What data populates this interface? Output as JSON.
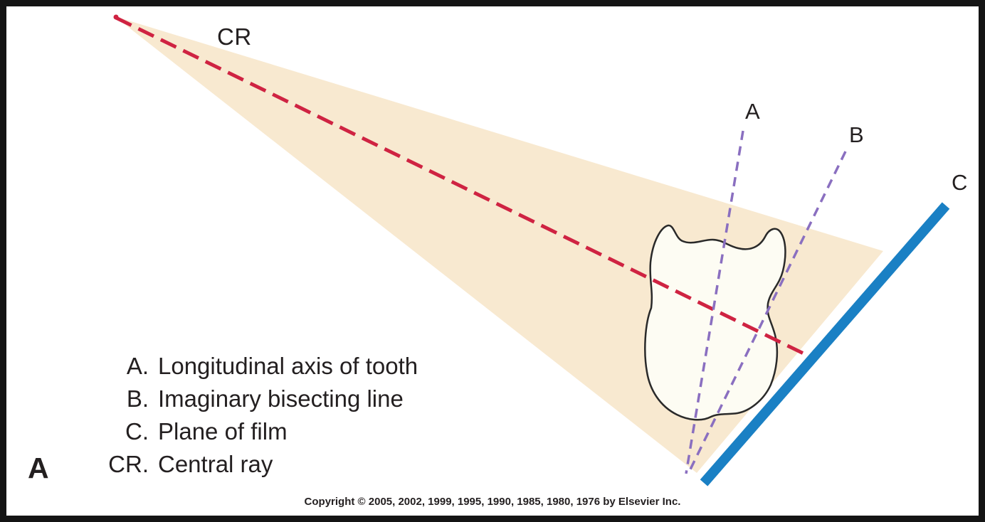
{
  "figure": {
    "panel_label": "A",
    "copyright": "Copyright © 2005, 2002, 1999, 1995, 1990, 1985, 1980, 1976 by Elsevier Inc."
  },
  "diagram_labels": {
    "central_ray": "CR",
    "axis_a": "A",
    "axis_b": "B",
    "film_c": "C"
  },
  "legend": {
    "items": [
      {
        "key": "A.",
        "text": "Longitudinal axis of tooth"
      },
      {
        "key": "B.",
        "text": "Imaginary bisecting line"
      },
      {
        "key": "C.",
        "text": "Plane of film"
      },
      {
        "key": "CR.",
        "text": "Central ray"
      }
    ]
  },
  "colors": {
    "beam": "#f8e9d0",
    "central_ray": "#cf2342",
    "bisecting_lines": "#8a6fc0",
    "film_plane": "#1a80c4",
    "tooth_outline": "#2a2a2a",
    "tooth_fill": "#fdfcf3",
    "text": "#231f20"
  }
}
